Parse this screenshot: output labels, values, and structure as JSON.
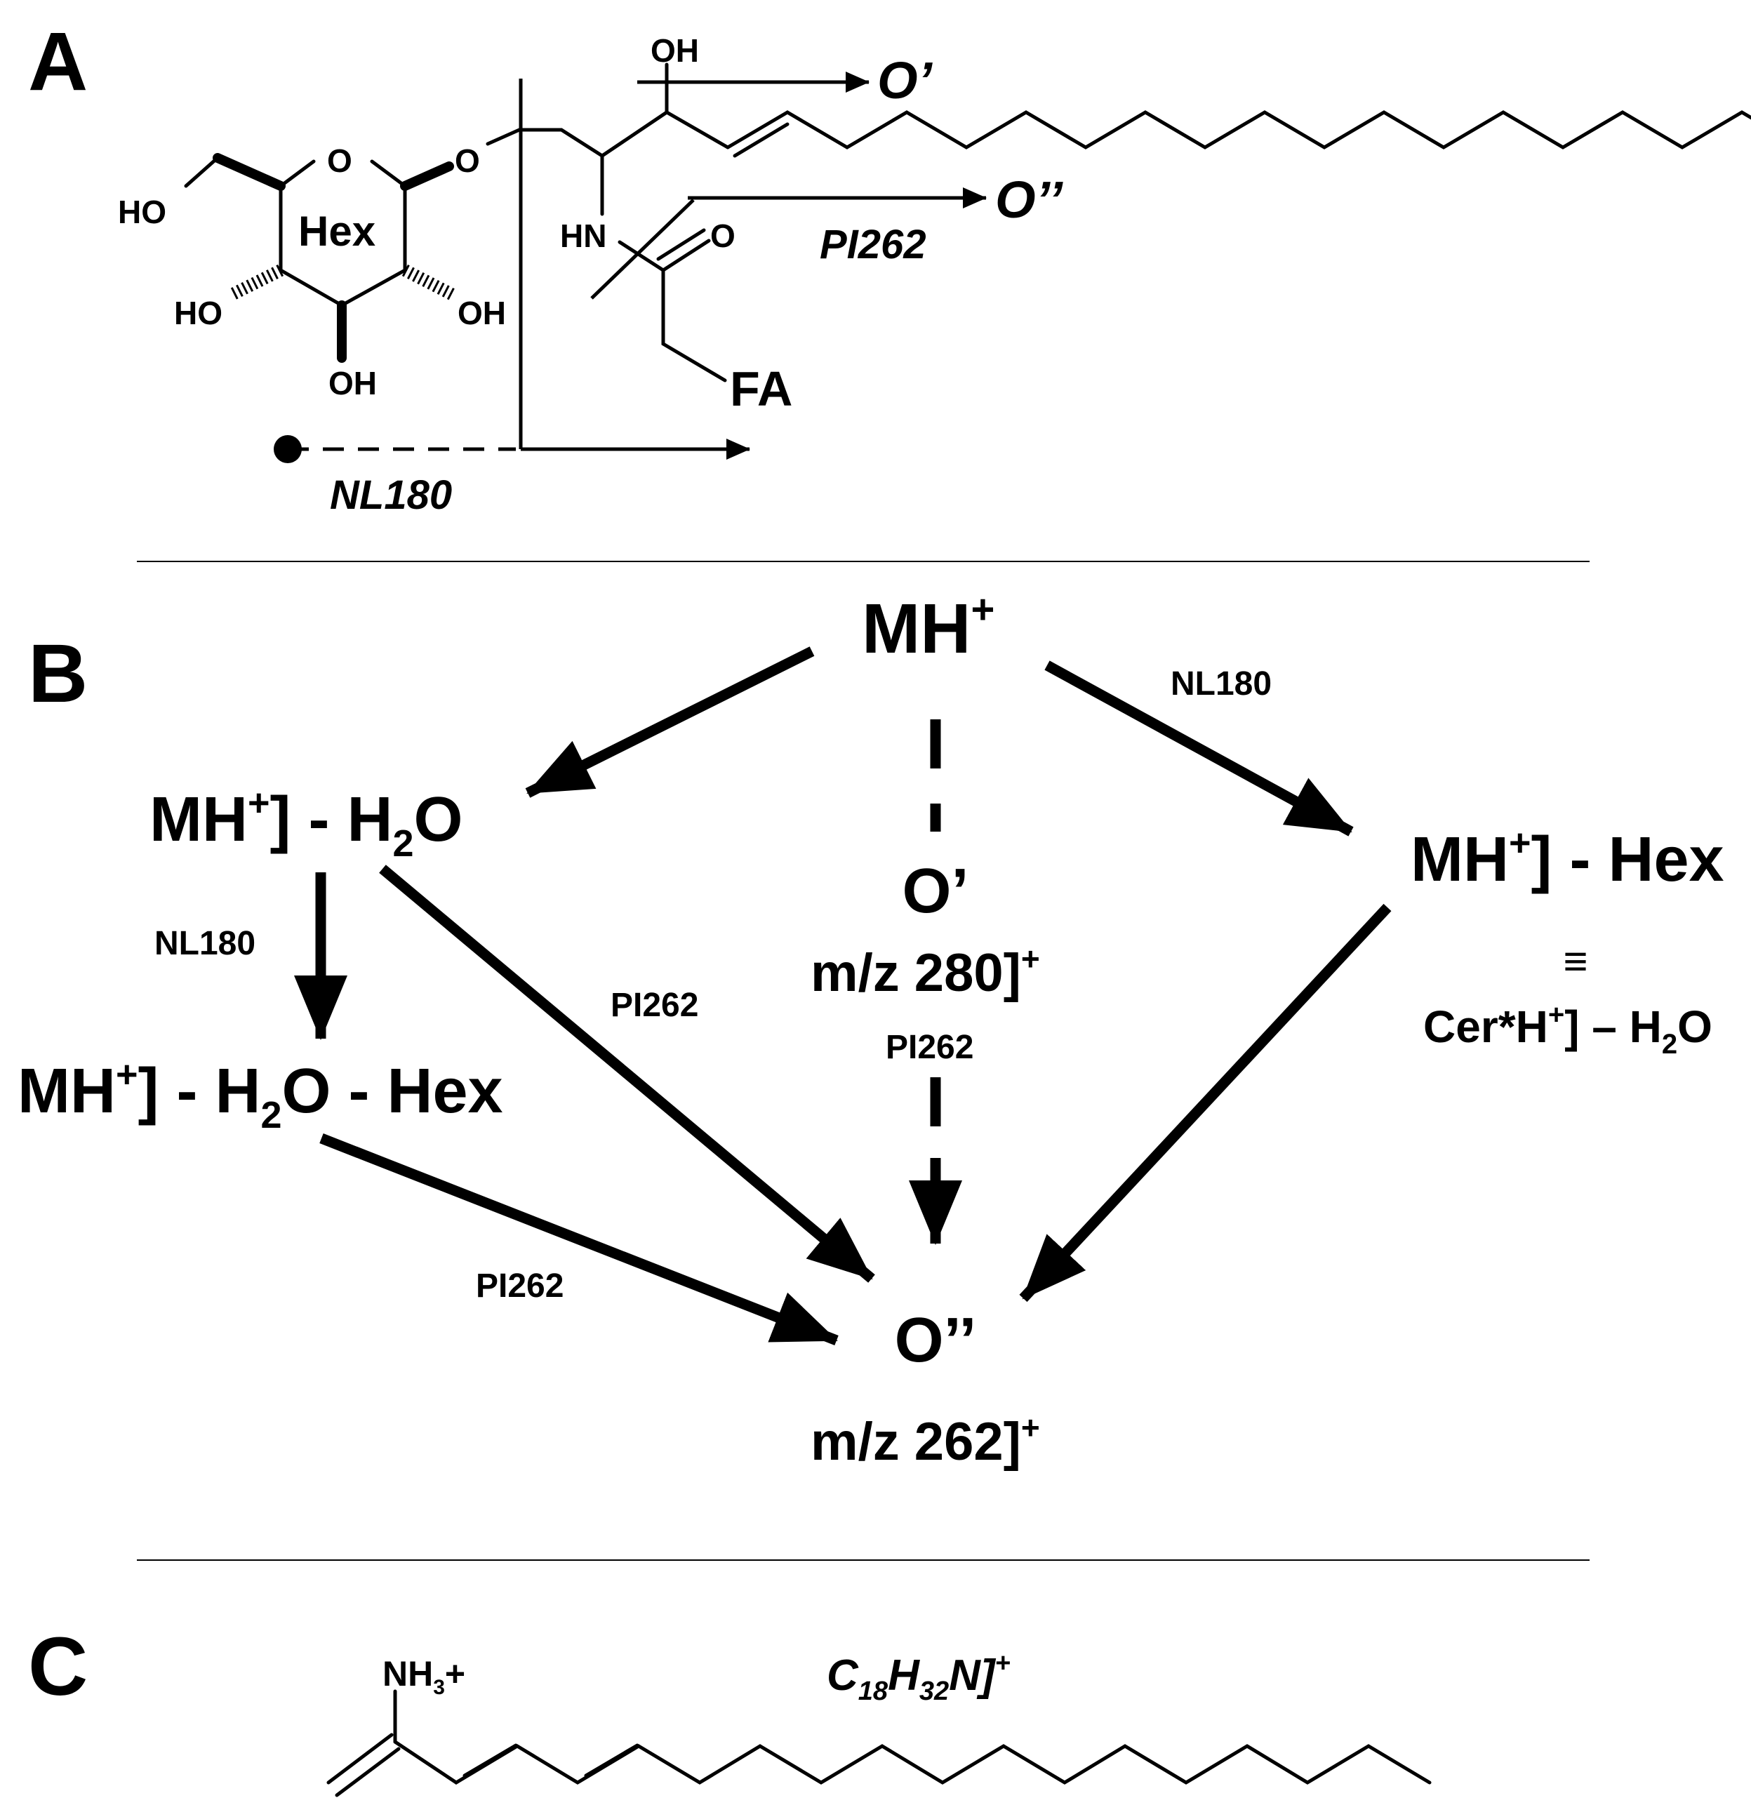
{
  "panels": {
    "a": "A",
    "b": "B",
    "c": "C"
  },
  "panel_a": {
    "oh_top": "OH",
    "o_prime": "O’",
    "o_ring": "O",
    "o_glyco": "O",
    "ho_left": "HO",
    "hex": "Hex",
    "ho_bottom_left": "HO",
    "oh_right": "OH",
    "oh_bottom": "OH",
    "hn": "HN",
    "o_carbonyl": "O",
    "fa": "FA",
    "o_double_prime": "O’’",
    "pi262": "PI262",
    "nl180": "NL180"
  },
  "panel_b": {
    "mh": {
      "main": "MH",
      "sup": "+"
    },
    "mh_h2o": {
      "a": "MH",
      "sup": "+",
      "b": "] - H",
      "sub": "2",
      "c": "O"
    },
    "mh_h2o_hex": {
      "a": "MH",
      "sup": "+",
      "b": "] - H",
      "sub": "2",
      "c": "O - Hex"
    },
    "mh_hex": {
      "a": "MH",
      "sup": "+",
      "b": "] - Hex"
    },
    "equiv": "≡",
    "cer": {
      "a": "Cer*H",
      "sup": "+",
      "b": "] – H",
      "sub": "2",
      "c": "O"
    },
    "o_prime": "O’",
    "mz280": {
      "text": "m/z 280]",
      "sup": "+"
    },
    "o_double_prime": "O’’",
    "mz262": {
      "text": "m/z 262]",
      "sup": "+"
    },
    "nl180_right": "NL180",
    "nl180_left": "NL180",
    "pi262_center": "PI262",
    "pi262_left_diag": "PI262",
    "pi262_bottom": "PI262"
  },
  "panel_c": {
    "nh3": {
      "a": "NH",
      "sub": "3",
      "b": "+"
    },
    "formula": {
      "c": "C",
      "c_sub": "18",
      "h": "H",
      "h_sub": "32",
      "n": "N]",
      "sup": "+"
    }
  }
}
